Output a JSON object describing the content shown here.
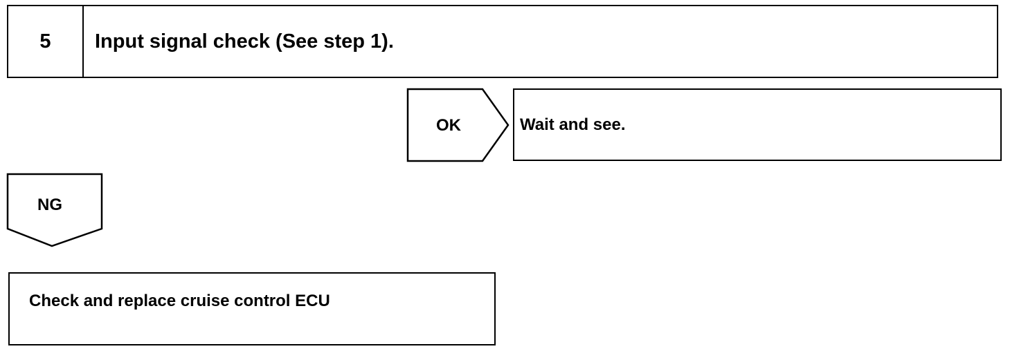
{
  "step": {
    "number": "5",
    "title": "Input signal check (See step 1)."
  },
  "ok_branch": {
    "label": "OK",
    "result": "Wait and see."
  },
  "ng_branch": {
    "label": "NG",
    "action": "Check and replace cruise control ECU"
  }
}
